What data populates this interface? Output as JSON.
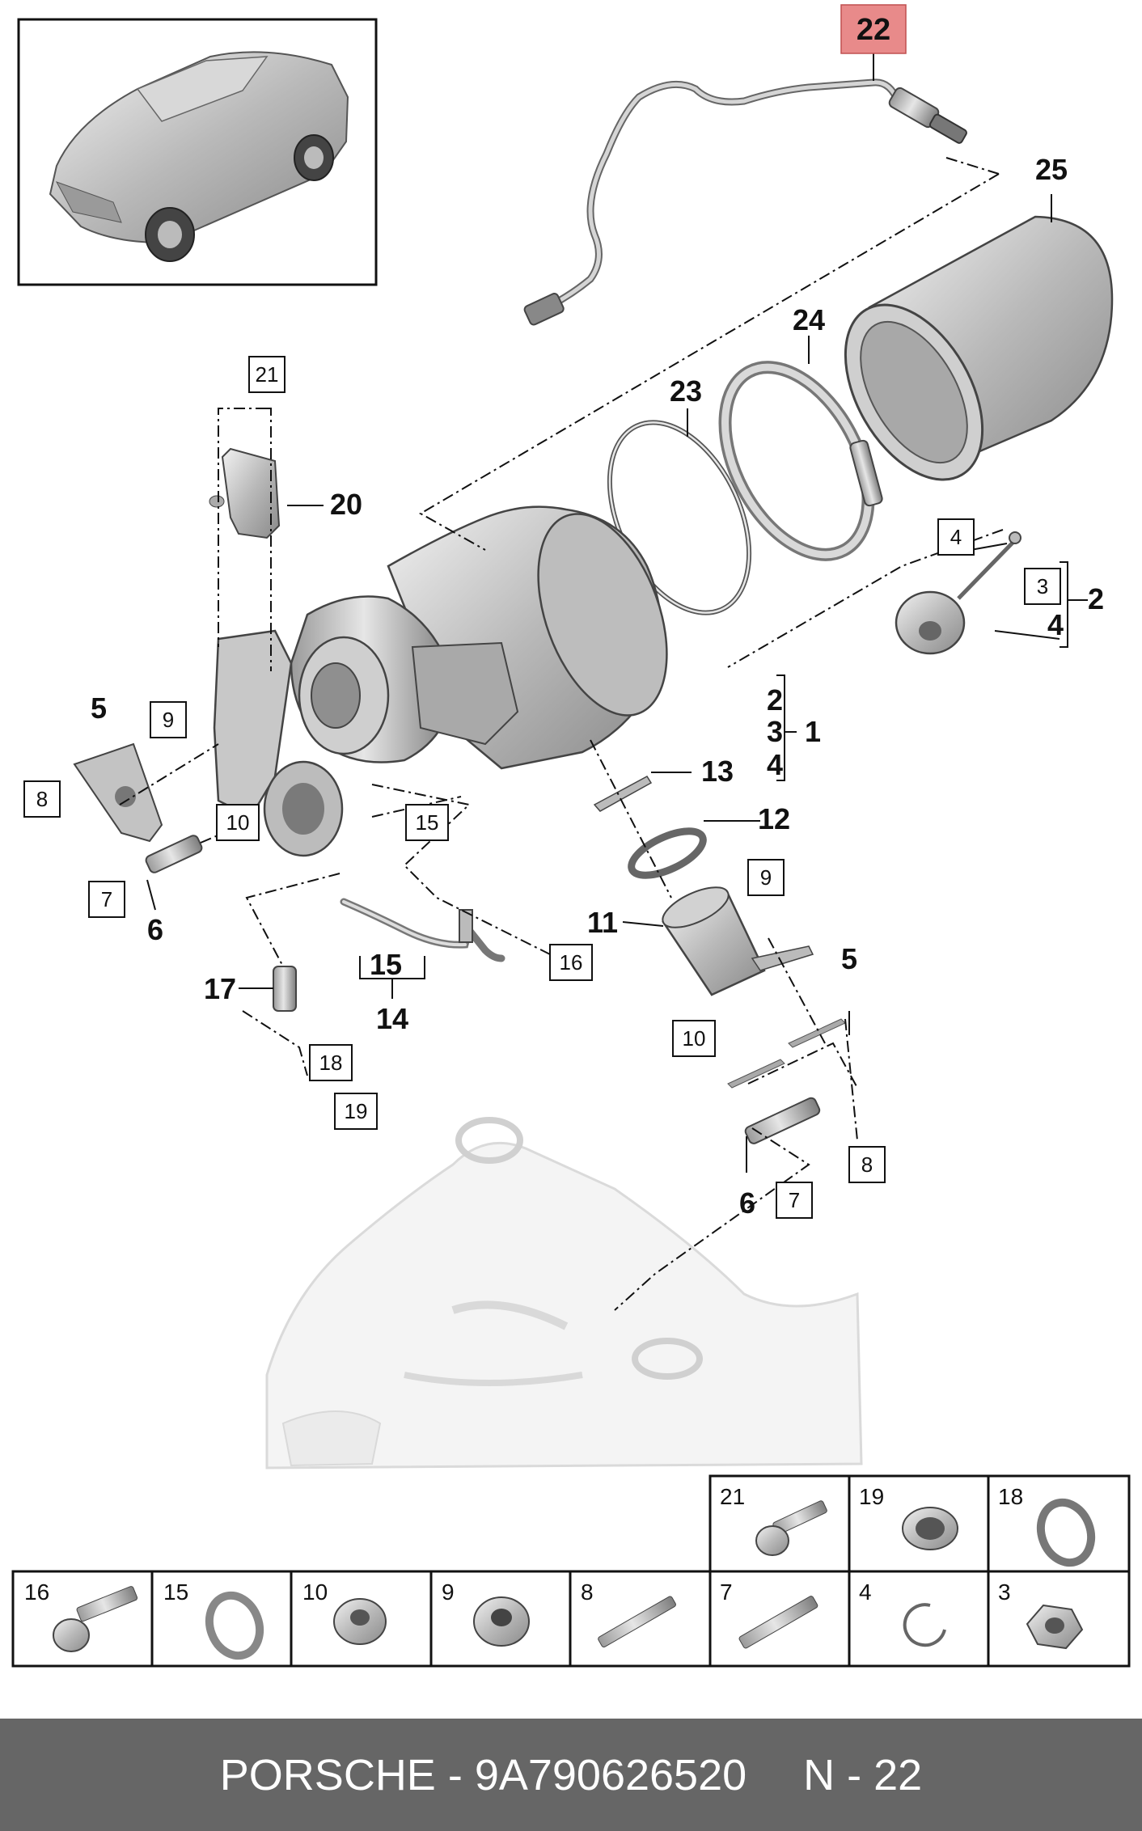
{
  "callouts": {
    "c22": "22",
    "c25": "25",
    "c24": "24",
    "c23": "23",
    "c21": "21",
    "c20": "20",
    "c4a": "4",
    "c3a": "3",
    "c2a": "2",
    "c4b": "4",
    "c2b": "2",
    "c3b": "3",
    "c1": "1",
    "c4c": "4",
    "c5a": "5",
    "c9a": "9",
    "c8a": "8",
    "c10a": "10",
    "c7a": "7",
    "c6a": "6",
    "c13": "13",
    "c12": "12",
    "c15a": "15",
    "c9b": "9",
    "c11": "11",
    "c5b": "5",
    "c16a": "16",
    "c15b": "15",
    "c14": "14",
    "c17": "17",
    "c18a": "18",
    "c19a": "19",
    "c10b": "10",
    "c8b": "8",
    "c6b": "6",
    "c7b": "7"
  },
  "parts_table": {
    "top_row": [
      "21",
      "19",
      "18"
    ],
    "bottom_row": [
      "16",
      "15",
      "10",
      "9",
      "8",
      "7",
      "4",
      "3"
    ]
  },
  "footer": {
    "brand_part": "PORSCHE - 9A790626520",
    "page": "N - 22"
  },
  "colors": {
    "highlight": "#e88a8a",
    "footer_bg": "#666666",
    "line": "#111111"
  }
}
